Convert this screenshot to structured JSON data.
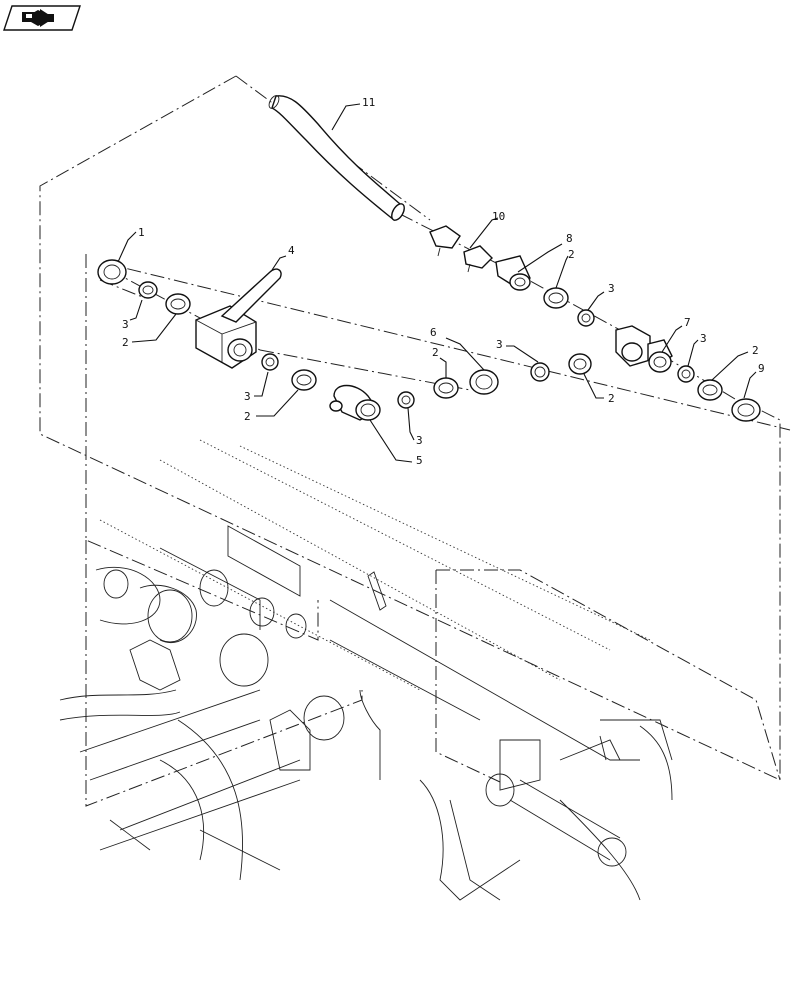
{
  "nav_icon": "arrow-right-icon",
  "callouts": {
    "p1": "1",
    "p2a": "2",
    "p2b": "2",
    "p2c": "2",
    "p2d": "2",
    "p2e": "2",
    "p2f": "2",
    "p3a": "3",
    "p3b": "3",
    "p3c": "3",
    "p3d": "3",
    "p3e": "3",
    "p3f": "3",
    "p4": "4",
    "p5": "5",
    "p6": "6",
    "p7": "7",
    "p8": "8",
    "p9": "9",
    "p10": "10",
    "p11": "11"
  }
}
